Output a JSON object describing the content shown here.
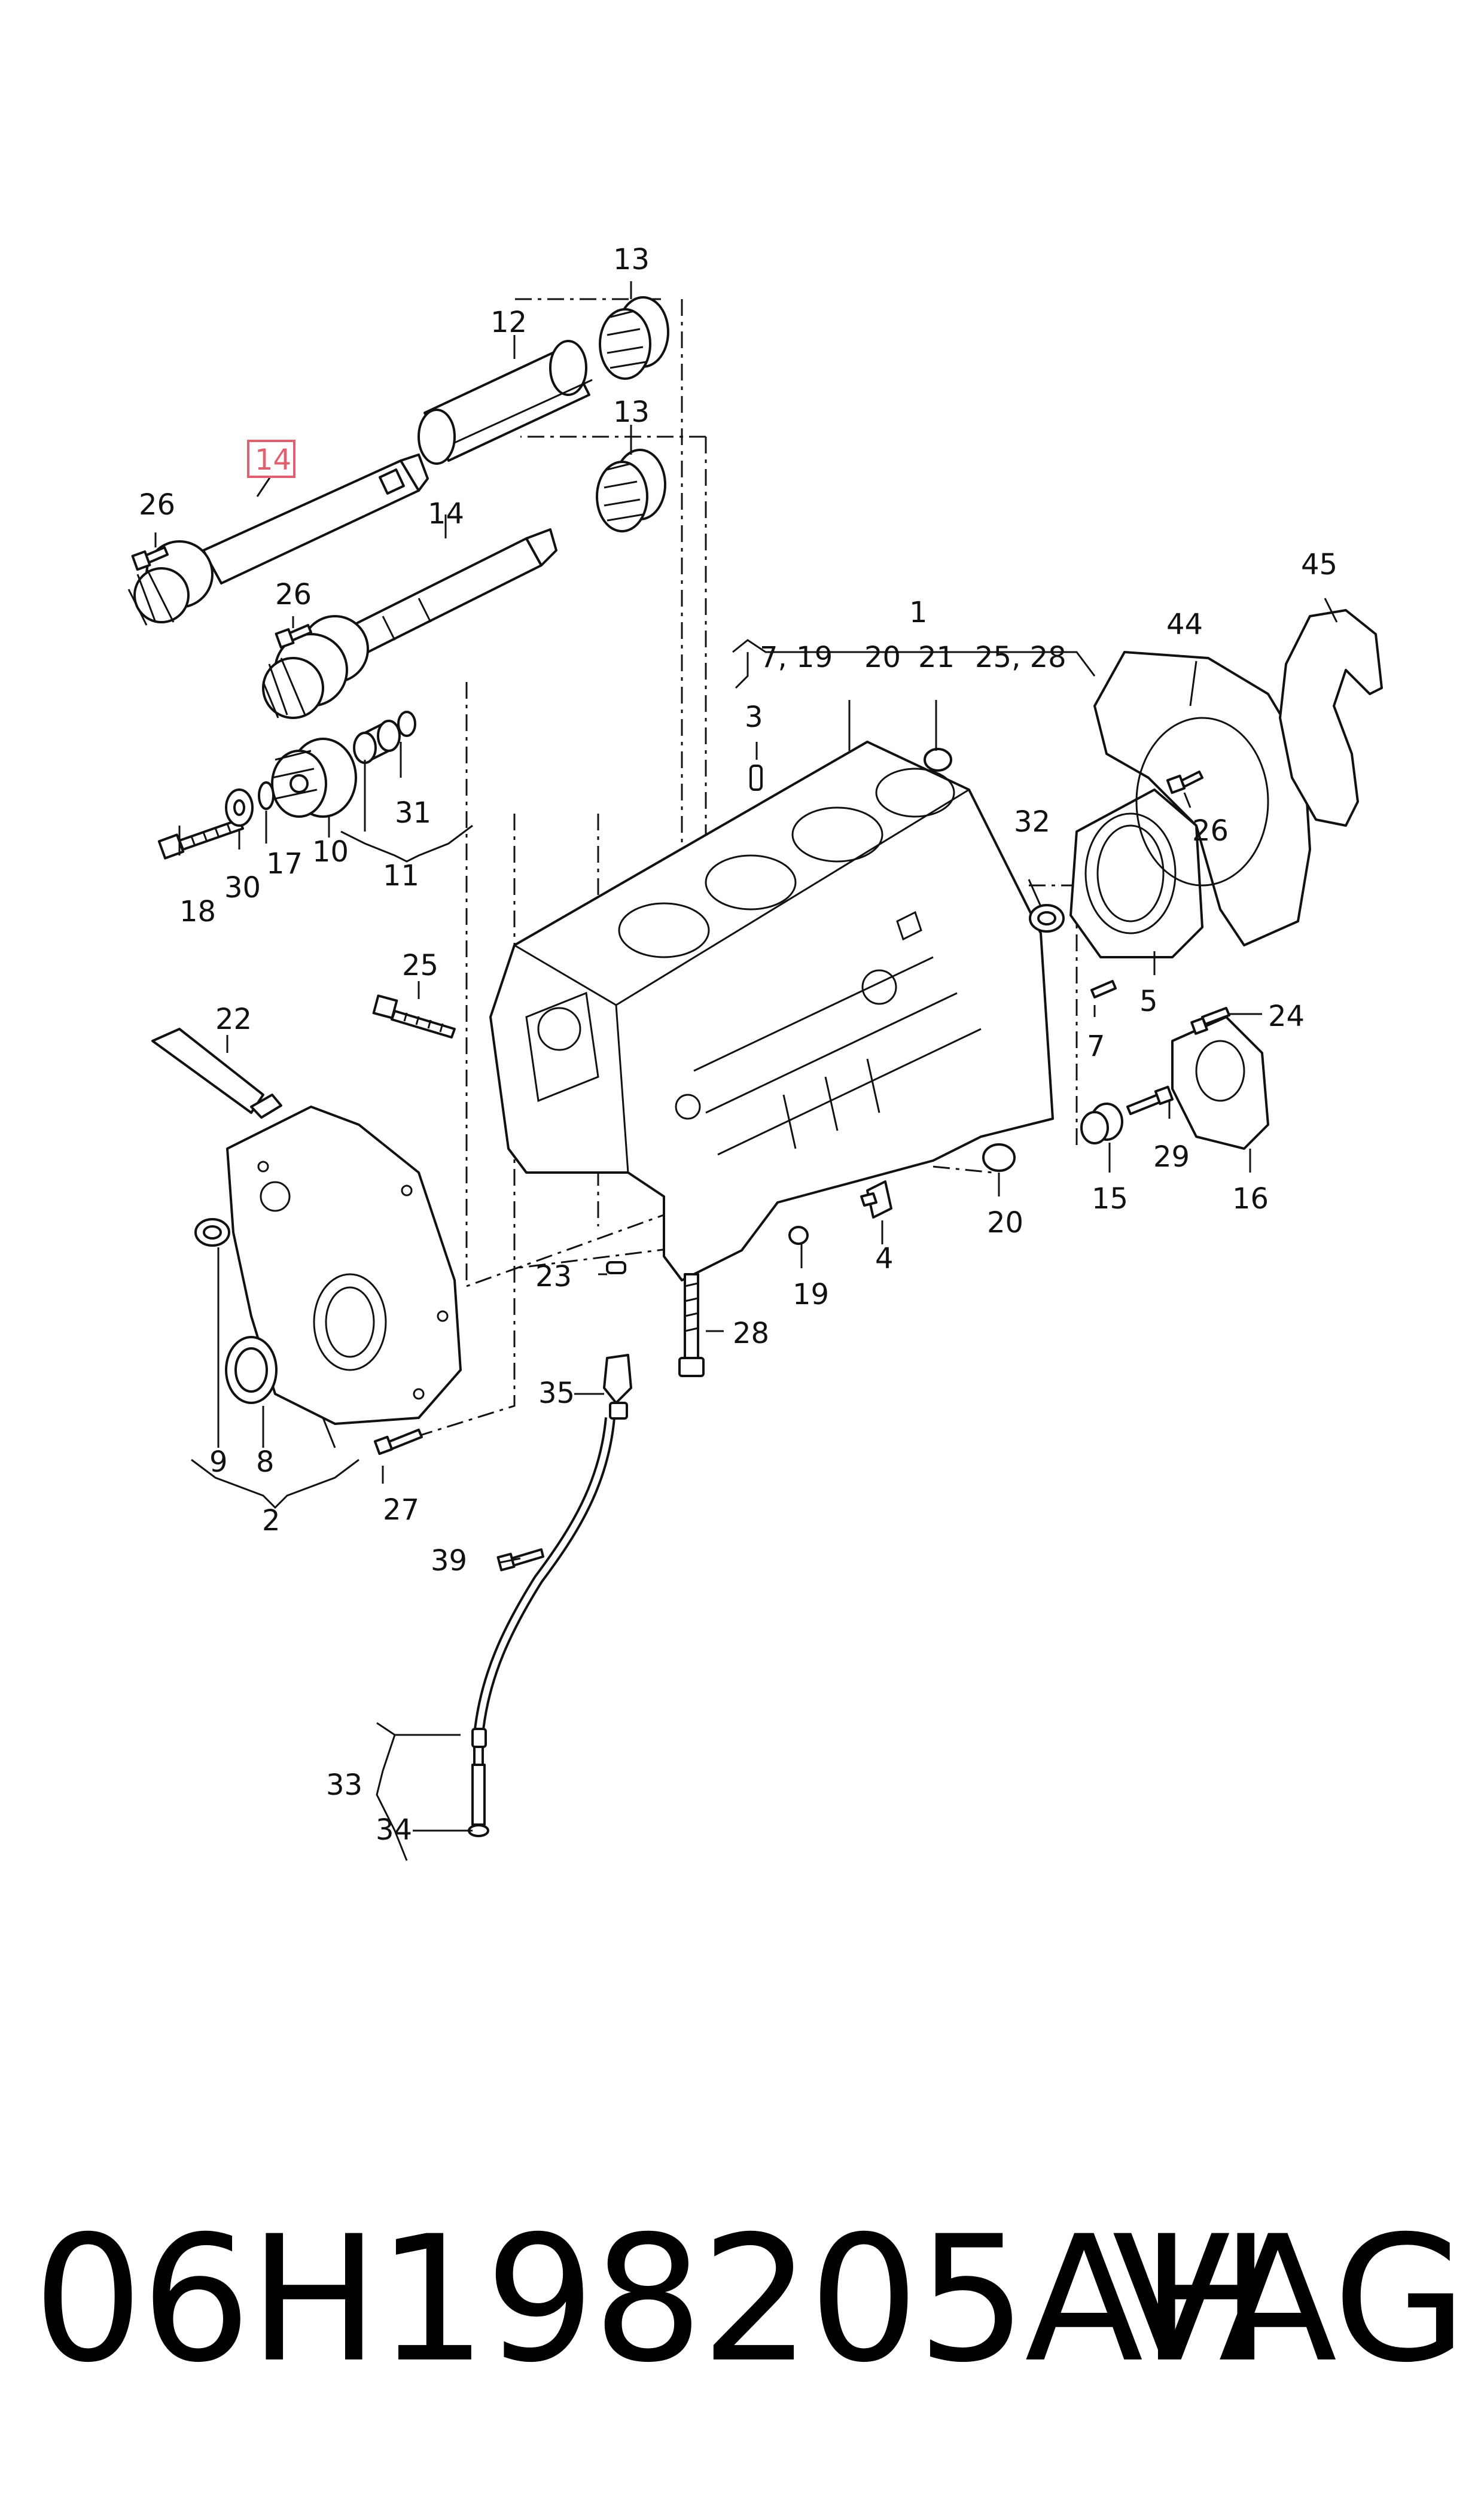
{
  "diagram": {
    "callouts": {
      "c1": "1",
      "c2": "2",
      "c3": "3",
      "c4": "4",
      "c5": "5",
      "c7": "7",
      "c8": "8",
      "c9": "9",
      "c10": "10",
      "c11": "11",
      "c12": "12",
      "c13a": "13",
      "c13b": "13",
      "c14a": "14",
      "c14b": "14",
      "c15": "15",
      "c16": "16",
      "c17": "17",
      "c18": "18",
      "c19": "19",
      "c20": "20",
      "c22": "22",
      "c23": "23",
      "c24": "24",
      "c25": "25",
      "c26a": "26",
      "c26b": "26",
      "c26c": "26",
      "c27": "27",
      "c28": "28",
      "c29": "29",
      "c30": "30",
      "c31": "31",
      "c32": "32",
      "c33": "33",
      "c34": "34",
      "c35": "35",
      "c39": "39",
      "c44": "44",
      "c45": "45",
      "g719": "7, 19",
      "g20": "20",
      "g21": "21",
      "g2528": "25, 28"
    },
    "highlight_color": "#e06070"
  },
  "caption": {
    "part_number": "06H198205AH",
    "brand": "VAG"
  }
}
